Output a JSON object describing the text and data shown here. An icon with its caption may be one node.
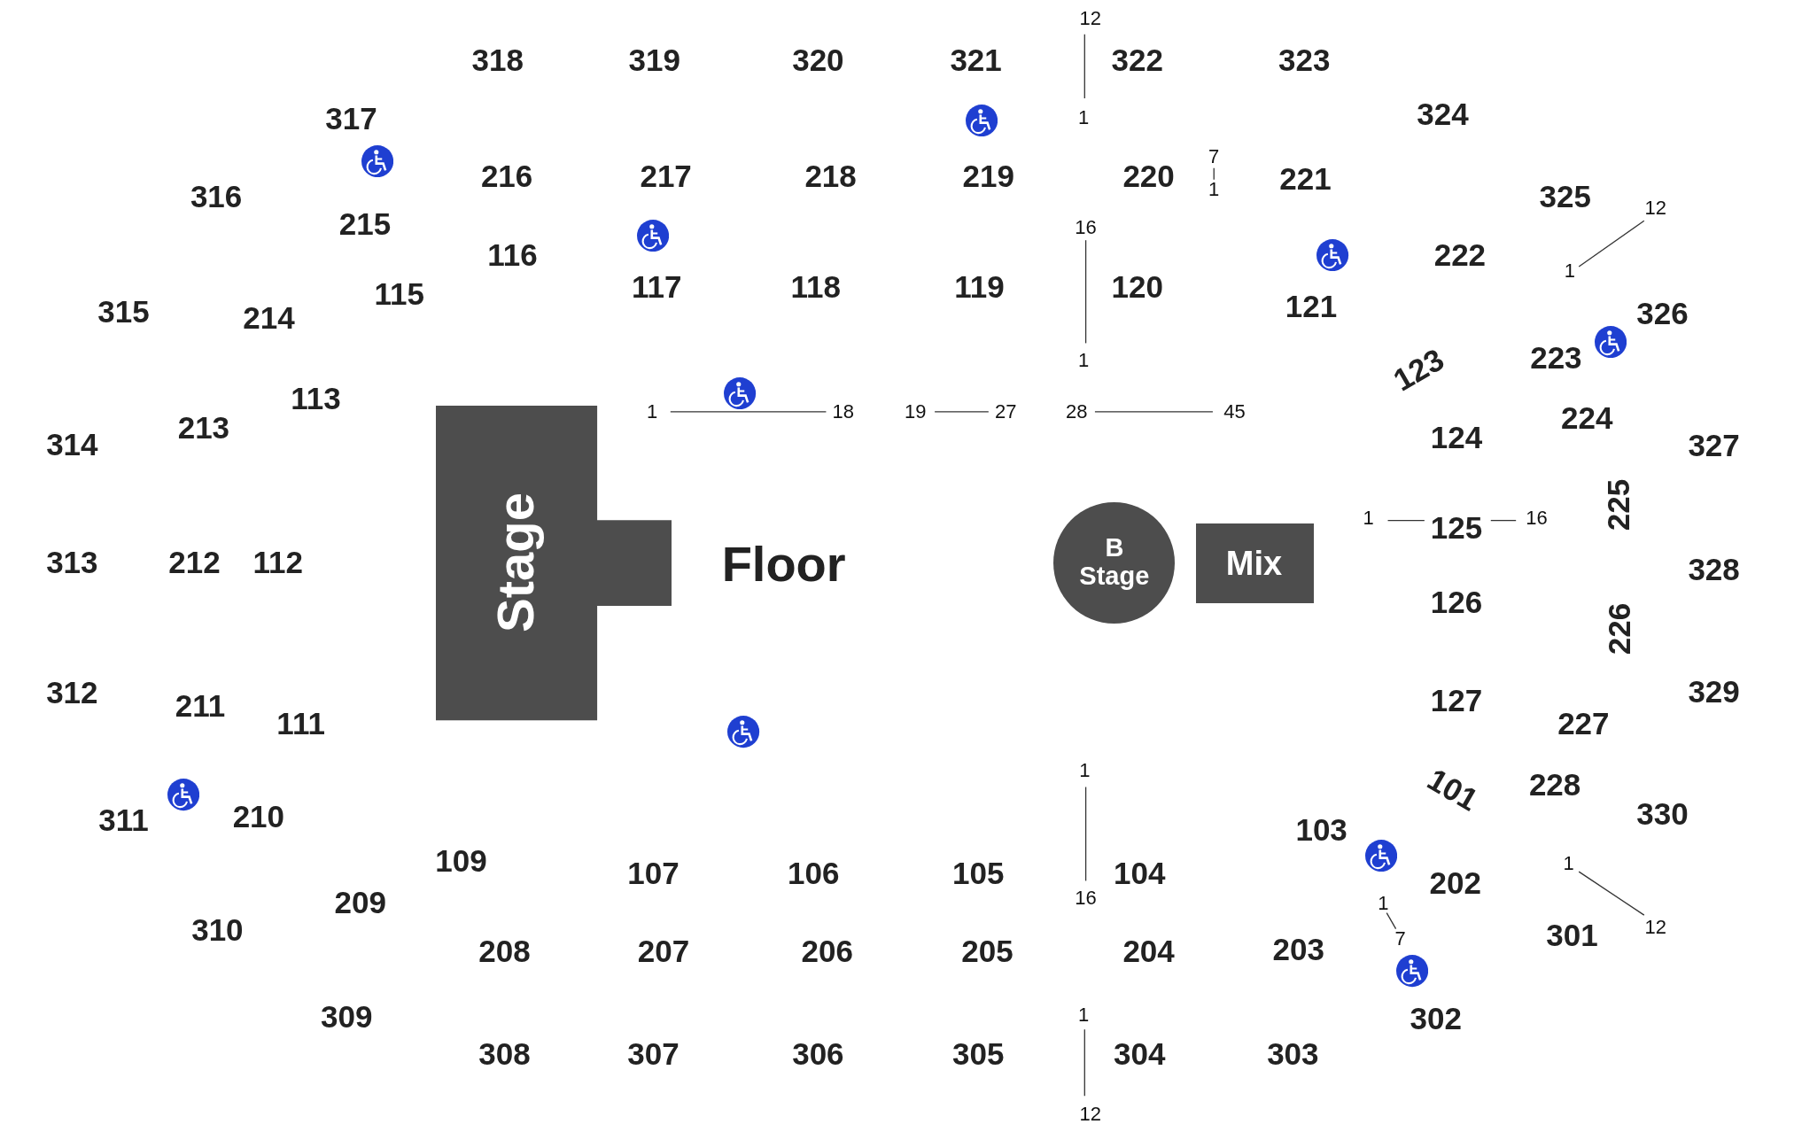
{
  "diagram": {
    "nodes": [
      {
        "text": [
          "Stage"
        ]
      },
      {
        "text": [
          "B Stage"
        ]
      },
      {
        "text": [
          "Mix"
        ]
      }
    ],
    "labels": [
      "12",
      "318",
      "319",
      "320",
      "321",
      "322",
      "323",
      "317",
      "1",
      "324",
      "316",
      "216",
      "217",
      "218",
      "219",
      "220",
      "7",
      "1",
      "221",
      "325",
      "12",
      "215",
      "116",
      "16",
      "222",
      "1",
      "315",
      "214",
      "115",
      "117",
      "118",
      "119",
      "120",
      "121",
      "326",
      "1",
      "123",
      "223",
      "113",
      "1",
      "18",
      "19",
      "27",
      "28",
      "45",
      "314",
      "213",
      "124",
      "224",
      "327",
      "1",
      "125",
      "16",
      "225",
      "313",
      "212",
      "112",
      "Floor",
      "328",
      "126",
      "226",
      "312",
      "211",
      "111",
      "127",
      "227",
      "329",
      "1",
      "101",
      "228",
      "311",
      "210",
      "103",
      "330",
      "109",
      "107",
      "106",
      "105",
      "104",
      "202",
      "1",
      "209",
      "16",
      "1",
      "310",
      "208",
      "207",
      "206",
      "205",
      "204",
      "203",
      "7",
      "301",
      "12",
      "309",
      "1",
      "302",
      "308",
      "307",
      "306",
      "305",
      "304",
      "303",
      "12"
    ]
  }
}
